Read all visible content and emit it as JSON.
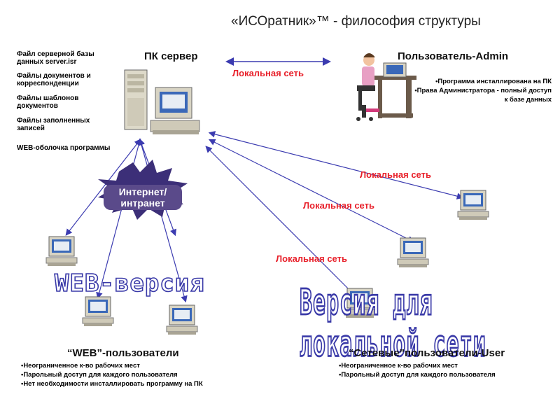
{
  "title": "«ИСОратник»™ - философия структуры",
  "server": {
    "label": "ПК сервер",
    "files": [
      "Файл серверной базы данных server.isr",
      "Файлы документов и корреспонденции",
      "Файлы шаблонов документов",
      "Файлы заполненных записей"
    ],
    "web_shell": "WEB-оболочка программы"
  },
  "admin": {
    "label": "Пользователь-Admin",
    "bullets": [
      "•Программа инсталлирована на ПК",
      "•Права Администратора - полный доступ к базе данных"
    ]
  },
  "network_labels": {
    "top": "Локальная сеть",
    "right1": "Локальная сеть",
    "right2": "Локальная сеть",
    "right3": "Локальная сеть"
  },
  "internet_badge": "Интернет/ интранет",
  "web_version_stamp": "WEB-версия",
  "local_version_stamp": "Версия для локальной сети",
  "web_users": {
    "label": "“WEB”-пользователи",
    "bullets": [
      "•Неограниченное к-во рабочих мест",
      "•Парольный доступ для каждого пользователя",
      "•Нет необходимости инсталлировать программу на ПК"
    ]
  },
  "net_users": {
    "label": "“Сетевые”пользователи-User",
    "bullets": [
      "•Неограниченное к-во рабочих мест",
      "•Парольный доступ для каждого пользователя"
    ]
  },
  "colors": {
    "accent_red": "#e8202a",
    "stamp_blue": "#3a3aa8",
    "badge_purple": "#5a4a8a",
    "badge_burst": "#3c2f78",
    "line_blue": "#3b3bb0"
  }
}
